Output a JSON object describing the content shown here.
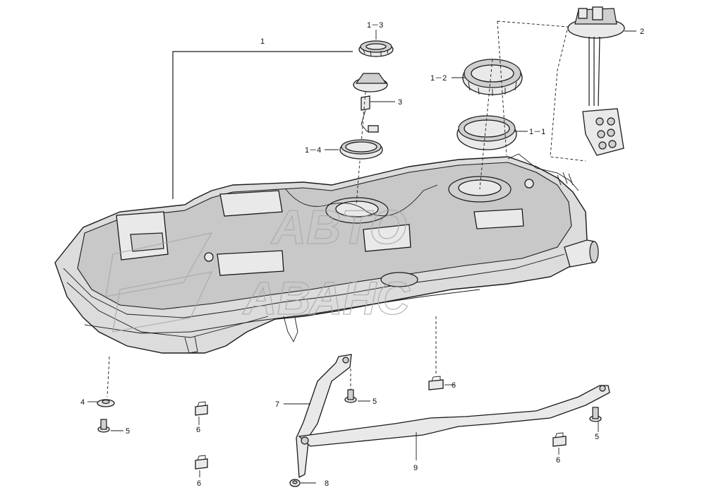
{
  "watermark": {
    "line1": "ABTO",
    "line2": "АВАНС"
  },
  "callouts": {
    "c1": "1",
    "c1_3": "1－3",
    "c2": "2",
    "c1_2": "1－2",
    "c3": "3",
    "c1_1": "1－1",
    "c1_4": "1－4",
    "c4": "4",
    "c5a": "5",
    "c5b": "5",
    "c5c": "5",
    "c6a": "6",
    "c6b": "6",
    "c6c": "6",
    "c6d": "6",
    "c7": "7",
    "c8": "8",
    "c9": "9"
  },
  "colors": {
    "line": "#1a1a1a",
    "fill_light": "#e9e9e9",
    "fill_dark": "#c8c8c8",
    "watermark": "#a8a8a8"
  }
}
